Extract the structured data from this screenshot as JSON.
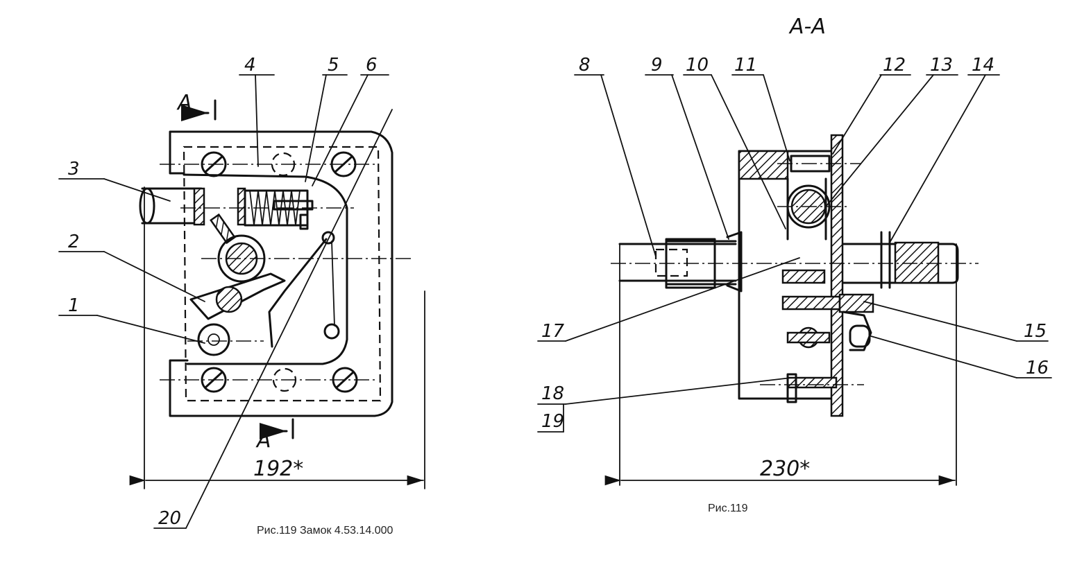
{
  "left_view": {
    "section_marker_top": "A",
    "section_marker_bottom": "A",
    "width_dimension": "192*",
    "labels": [
      "1",
      "2",
      "3",
      "4",
      "5",
      "6",
      "20"
    ]
  },
  "right_view": {
    "section_title": "А-А",
    "width_dimension": "230*",
    "labels": [
      "8",
      "9",
      "10",
      "11",
      "12",
      "13",
      "14",
      "15",
      "16",
      "17",
      "18",
      "19"
    ]
  },
  "captions": {
    "left": "Рис.119 Замок 4.53.14.000",
    "right": "Рис.119"
  }
}
